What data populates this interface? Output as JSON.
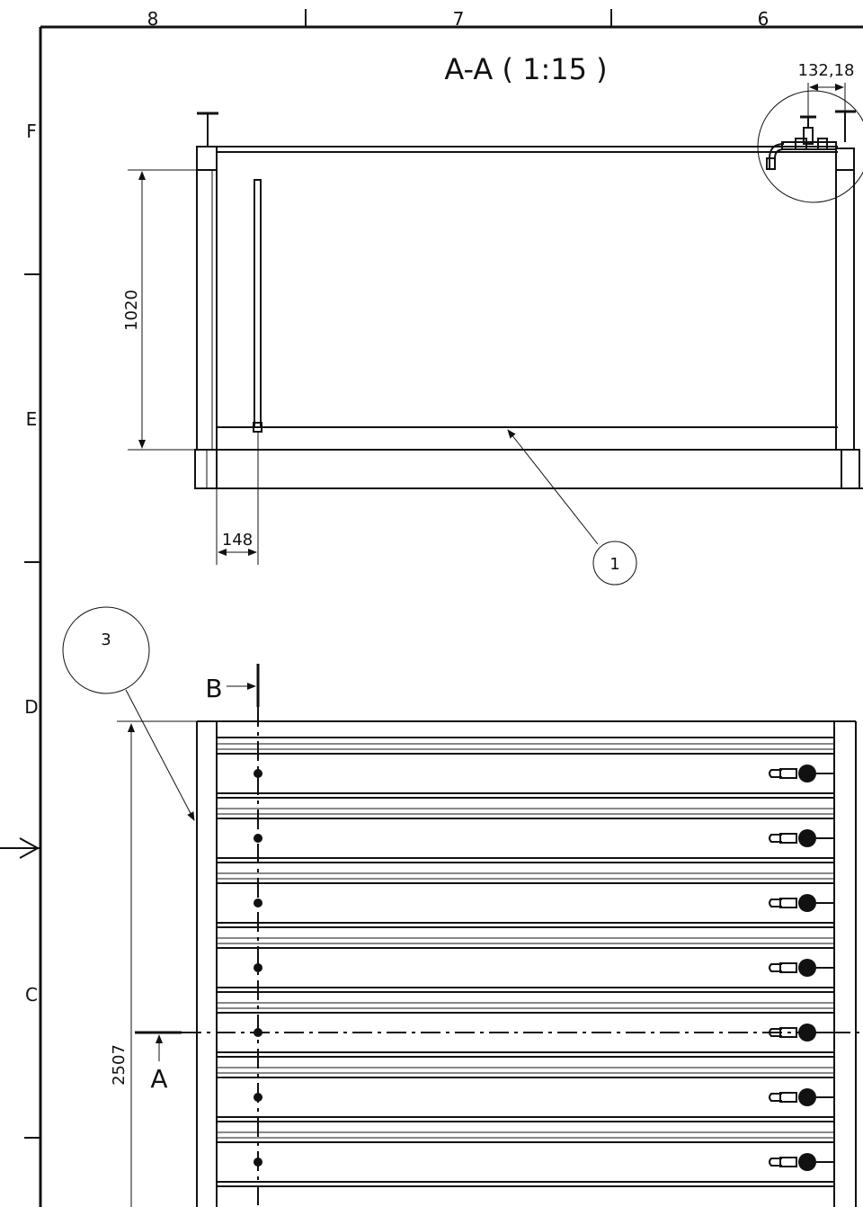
{
  "border": {
    "columns": [
      "8",
      "7",
      "6"
    ],
    "rows": [
      "F",
      "E",
      "D",
      "C"
    ]
  },
  "section_view": {
    "title": "A-A ( 1:15 )",
    "dim_height": "1020",
    "dim_offset": "148",
    "dim_fitting": "132,18",
    "balloon_1": "1"
  },
  "plan_view": {
    "balloon_3": "3",
    "section_b_label": "B",
    "section_a_label": "A",
    "dim_length": "2507",
    "rail_count": 7
  }
}
